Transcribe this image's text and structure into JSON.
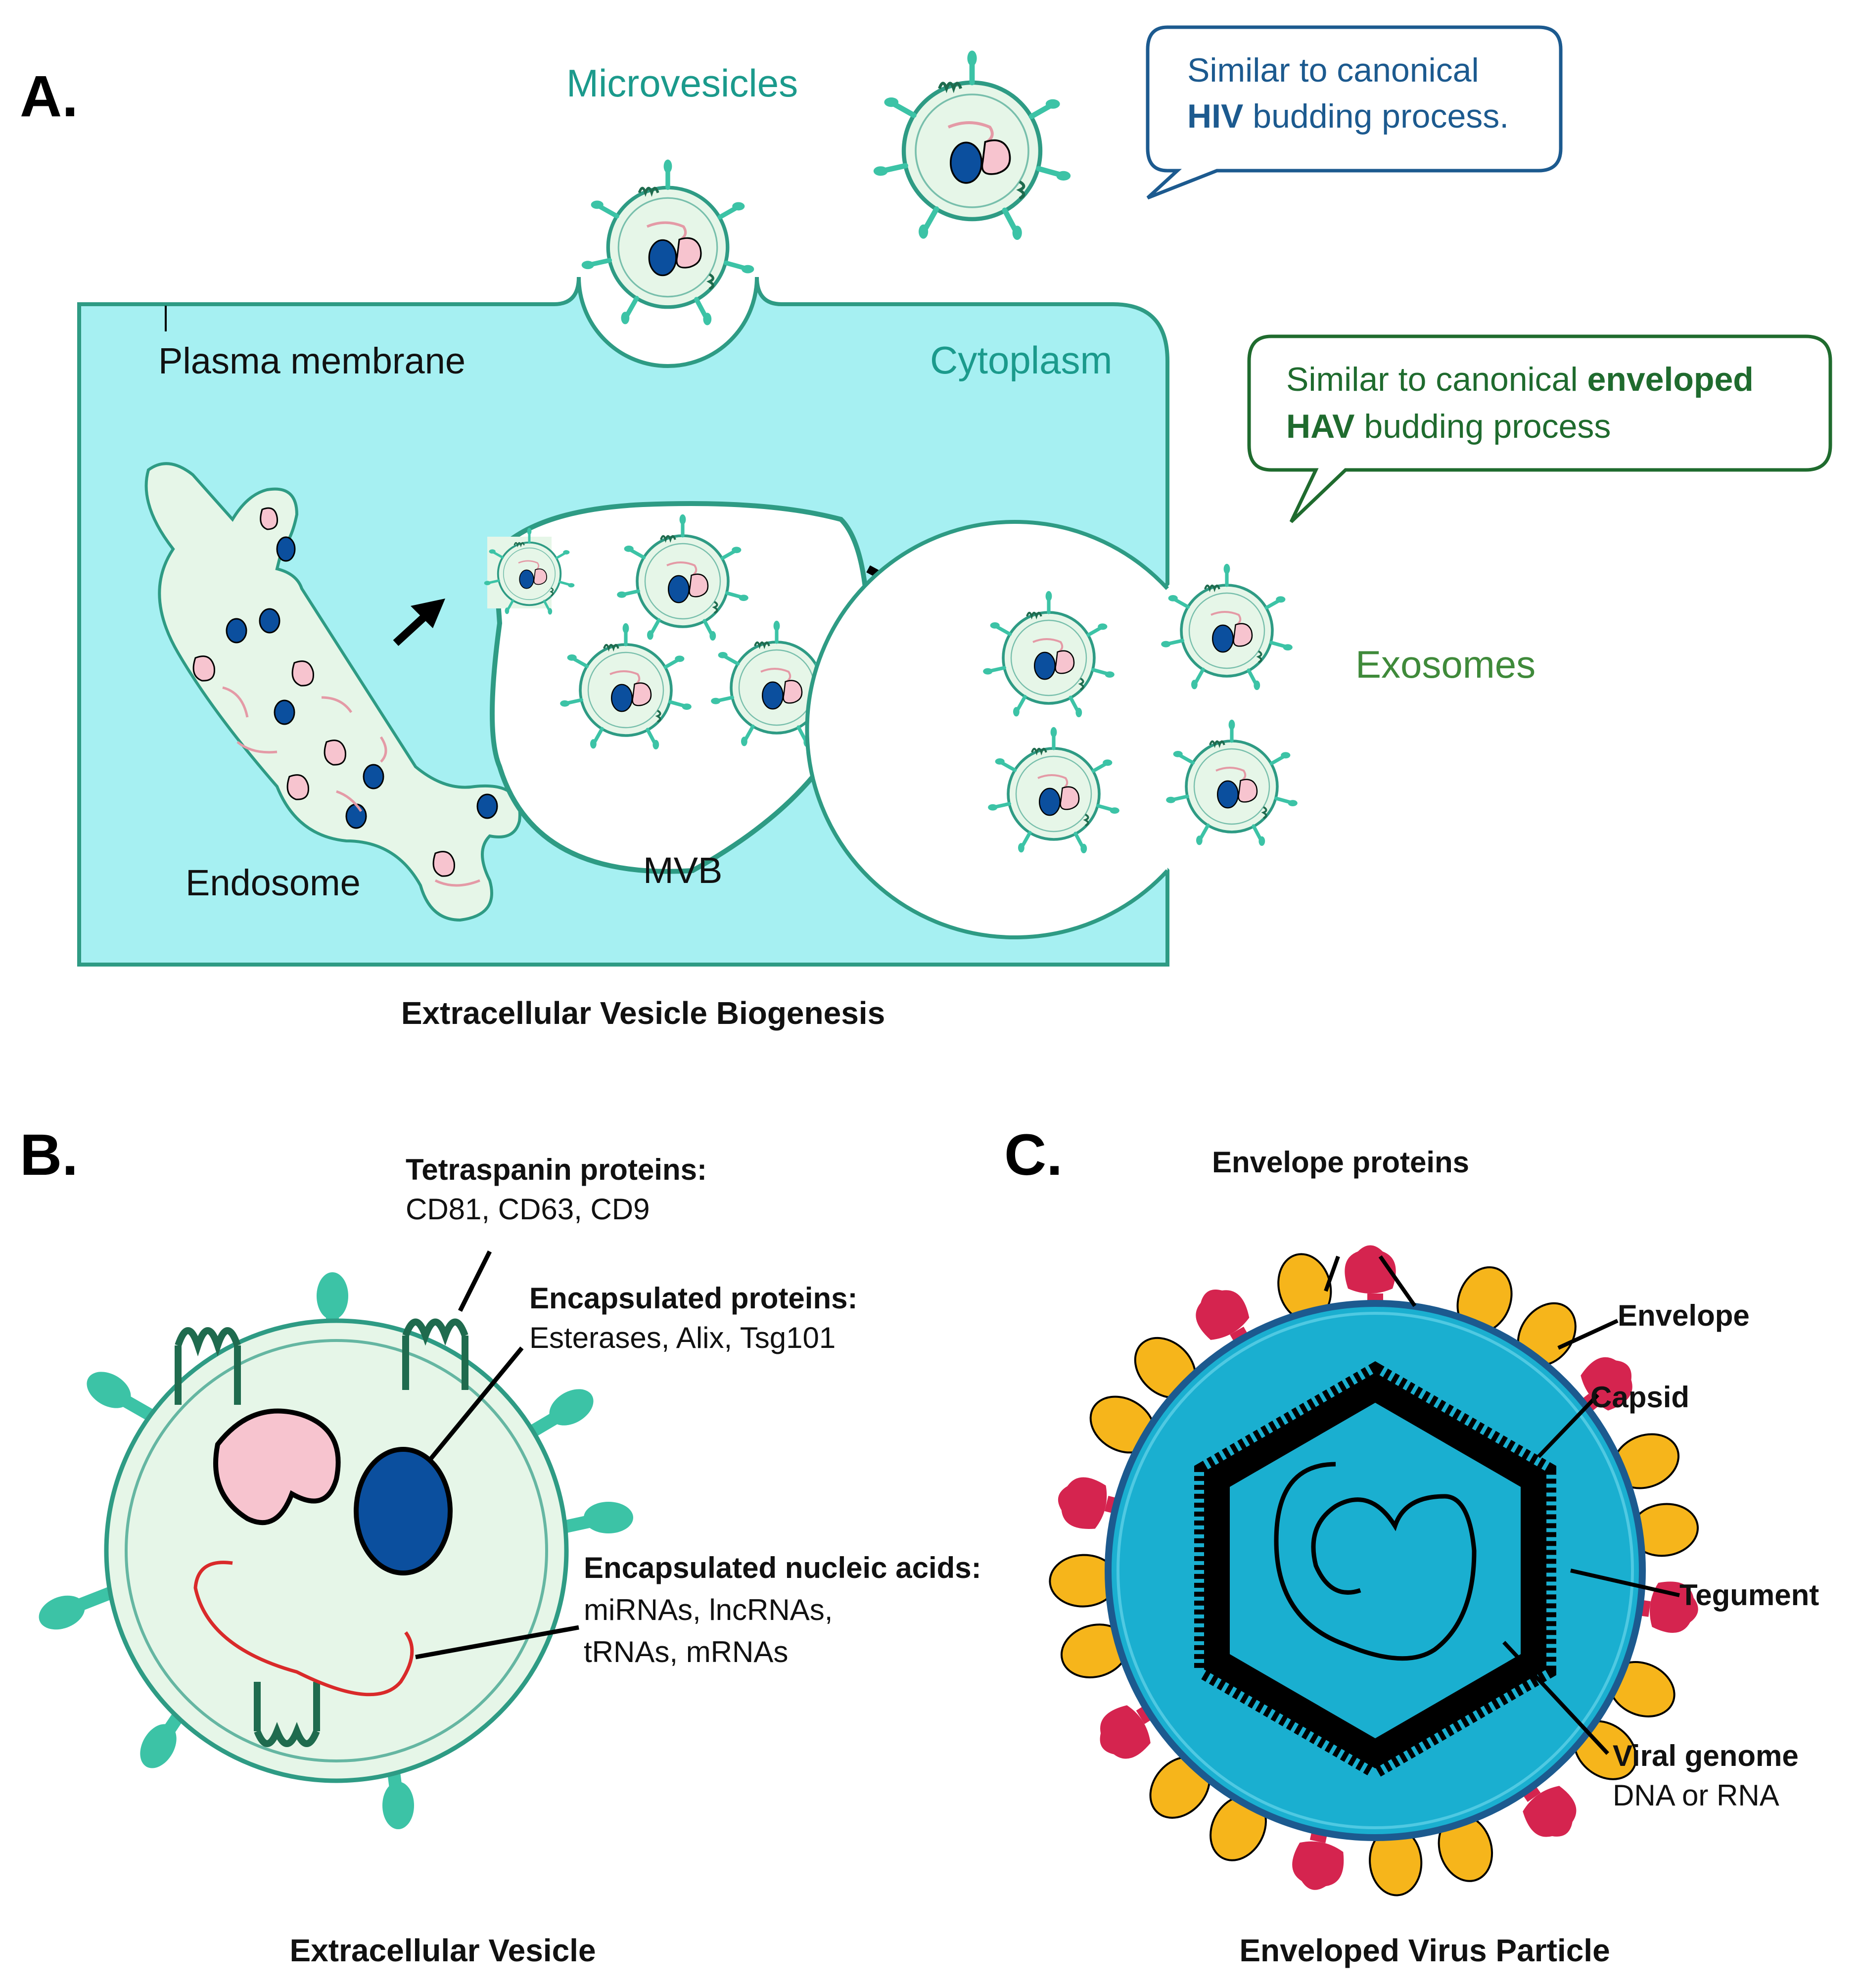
{
  "panel_a": {
    "letter": "A.",
    "microvesicles": "Microvesicles",
    "plasma_membrane": "Plasma membrane",
    "cytoplasm": "Cytoplasm",
    "endosome": "Endosome",
    "mvb": "MVB",
    "exosomes": "Exosomes",
    "hiv_bubble": {
      "line1": "Similar to canonical",
      "line2_bold": "HIV",
      "line2_rest": " budding process."
    },
    "hav_bubble": {
      "line1_plain": "Similar to canonical ",
      "line1_bold": "enveloped",
      "line2_bold": "HAV",
      "line2_rest": " budding process"
    },
    "title": "Extracellular Vesicle Biogenesis"
  },
  "panel_b": {
    "letter": "B.",
    "tetraspanin": {
      "heading": "Tetraspanin proteins:",
      "items": "CD81, CD63, CD9"
    },
    "encapsulated_proteins": {
      "heading": "Encapsulated proteins:",
      "items": "Esterases, Alix, Tsg101"
    },
    "nucleic_acids": {
      "heading": "Encapsulated nucleic acids:",
      "line1": "miRNAs, lncRNAs,",
      "line2": "tRNAs, mRNAs"
    },
    "title": "Extracellular Vesicle"
  },
  "panel_c": {
    "letter": "C.",
    "envelope_proteins": "Envelope proteins",
    "envelope": "Envelope",
    "capsid": "Capsid",
    "tegument": "Tegument",
    "viral_genome": {
      "heading": "Viral genome",
      "sub": "DNA or RNA"
    },
    "title": "Enveloped Virus Particle"
  },
  "colors": {
    "cytoplasm": "#a6f0f2",
    "vesicle_fill": "#e6f6e8",
    "membrane_teal": "#2e9b84",
    "pink_protein": "#f7c4cf",
    "blue_protein": "#0b4f9e",
    "virus_blue": "#1aafd0",
    "envelope_red": "#d5244f",
    "envelope_yellow": "#f6b51b"
  }
}
